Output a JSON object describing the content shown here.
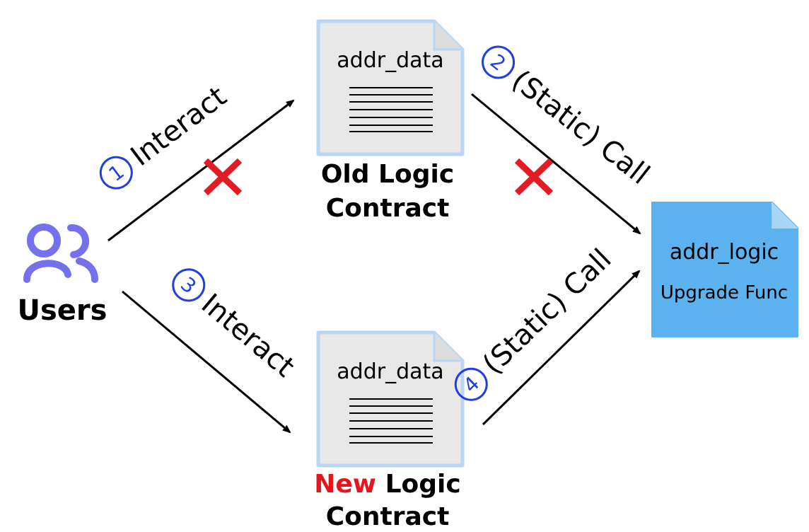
{
  "colors": {
    "accent_blue": "#1f3fe0",
    "cross_red": "#e21b25",
    "new_red": "#e8141b",
    "user_purple": "#7571ec",
    "doc_fill": "#e8e8e8",
    "doc_border": "#b9d6f2",
    "logic_fill": "#5bb2ee"
  },
  "users": {
    "icon": "users-icon",
    "label": "Users"
  },
  "old_contract": {
    "doc_label": "addr_data",
    "caption_line1": "Old Logic",
    "caption_line2": "Contract"
  },
  "new_contract": {
    "doc_label": "addr_data",
    "caption_highlight": "New",
    "caption_rest": " Logic",
    "caption_line2": "Contract"
  },
  "logic_contract": {
    "label": "addr_logic",
    "sublabel": "Upgrade Func"
  },
  "edges": [
    {
      "step": "1",
      "label": "Interact",
      "blocked": true
    },
    {
      "step": "2",
      "label": "(Static) Call",
      "blocked": true
    },
    {
      "step": "3",
      "label": "Interact",
      "blocked": false
    },
    {
      "step": "4",
      "label": "(Static) Call",
      "blocked": false
    }
  ],
  "icons": {
    "blocked": "cross-icon"
  }
}
